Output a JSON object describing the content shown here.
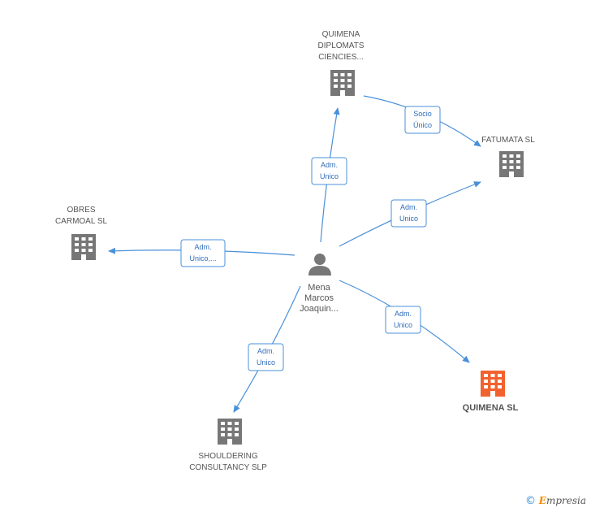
{
  "colors": {
    "edge": "#4a90d9",
    "building": "#777777",
    "building_main": "#f2622e",
    "person": "#777777",
    "label_text": "#555555",
    "rel_box_border": "#4a90d9",
    "rel_text": "#2e6db8"
  },
  "nodes": {
    "quimena_diplomats": {
      "label": "QUIMENA\nDIPLOMATS\nCIENCIES...",
      "icon": "building-icon"
    },
    "fatumata": {
      "label": "FATUMATA SL",
      "icon": "building-icon"
    },
    "obres_carmoal": {
      "label": "OBRES\nCARMOAL SL",
      "icon": "building-icon"
    },
    "person": {
      "label": "Mena\nMarcos\nJoaquin...",
      "icon": "person-icon"
    },
    "quimena_sl": {
      "label": "QUIMENA SL",
      "icon": "building-icon"
    },
    "shouldering": {
      "label": "SHOULDERING\nCONSULTANCY SLP",
      "icon": "building-icon"
    }
  },
  "edges": {
    "person_to_quimena_diplomats": "Adm.\nUnico",
    "quimena_diplomats_to_fatumata": "Socio\nÚnico",
    "person_to_fatumata": "Adm.\nUnico",
    "person_to_obres_carmoal": "Adm.\nUnico,...",
    "person_to_quimena_sl": "Adm.\nUnico",
    "person_to_shouldering": "Adm.\nUnico"
  },
  "footer": {
    "copyright_symbol": "©",
    "brand_initial": "E",
    "brand_rest": "mpresia"
  }
}
